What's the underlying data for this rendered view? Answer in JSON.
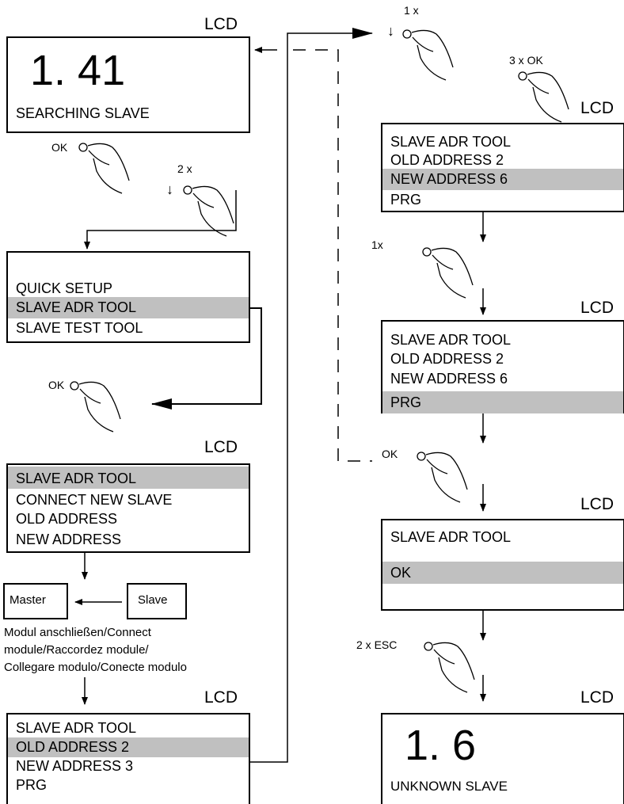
{
  "lcd_label": "LCD",
  "screens": {
    "searching": {
      "big_text": "1. 41",
      "status": "SEARCHING SLAVE"
    },
    "main_menu": {
      "items": [
        "QUICK SETUP",
        "SLAVE ADR TOOL",
        "SLAVE TEST TOOL"
      ],
      "highlighted": 1
    },
    "adr_tool_connect": {
      "items": [
        "SLAVE ADR TOOL",
        "CONNECT NEW SLAVE",
        "OLD ADDRESS",
        "NEW ADDRESS"
      ],
      "highlighted": 0
    },
    "adr_tool_old": {
      "items": [
        "SLAVE ADR TOOL",
        "OLD ADDRESS  2",
        "NEW ADDRESS 3",
        "PRG"
      ],
      "highlighted": 1
    },
    "adr_tool_new": {
      "items": [
        "SLAVE ADR TOOL",
        "OLD ADDRESS   2",
        "NEW ADDRESS   6",
        "PRG"
      ],
      "highlighted": 2
    },
    "adr_tool_prg": {
      "items": [
        "SLAVE ADR TOOL",
        "OLD ADDRESS  2",
        "NEW ADDRESS  6",
        "PRG"
      ],
      "highlighted": 3
    },
    "adr_tool_ok": {
      "items": [
        "SLAVE ADR TOOL",
        "OK"
      ],
      "highlighted": 1
    },
    "unknown": {
      "big_text": "1. 6",
      "status": "UNKNOWN SLAVE"
    }
  },
  "actions": {
    "ok_1": "OK",
    "down_2x_count": "2 x",
    "down_arrow": "↓",
    "ok_2": "OK",
    "down_1x_count": "1 x",
    "ok_3x": "3 x OK",
    "press_1x": "1x",
    "ok_3": "OK",
    "esc_2x": "2 x ESC"
  },
  "connect": {
    "master": "Master",
    "slave": "Slave",
    "caption_lines": [
      "Modul anschließen/Connect",
      "module/Raccordez module/",
      "Collegare modulo/Conecte modulo"
    ]
  }
}
